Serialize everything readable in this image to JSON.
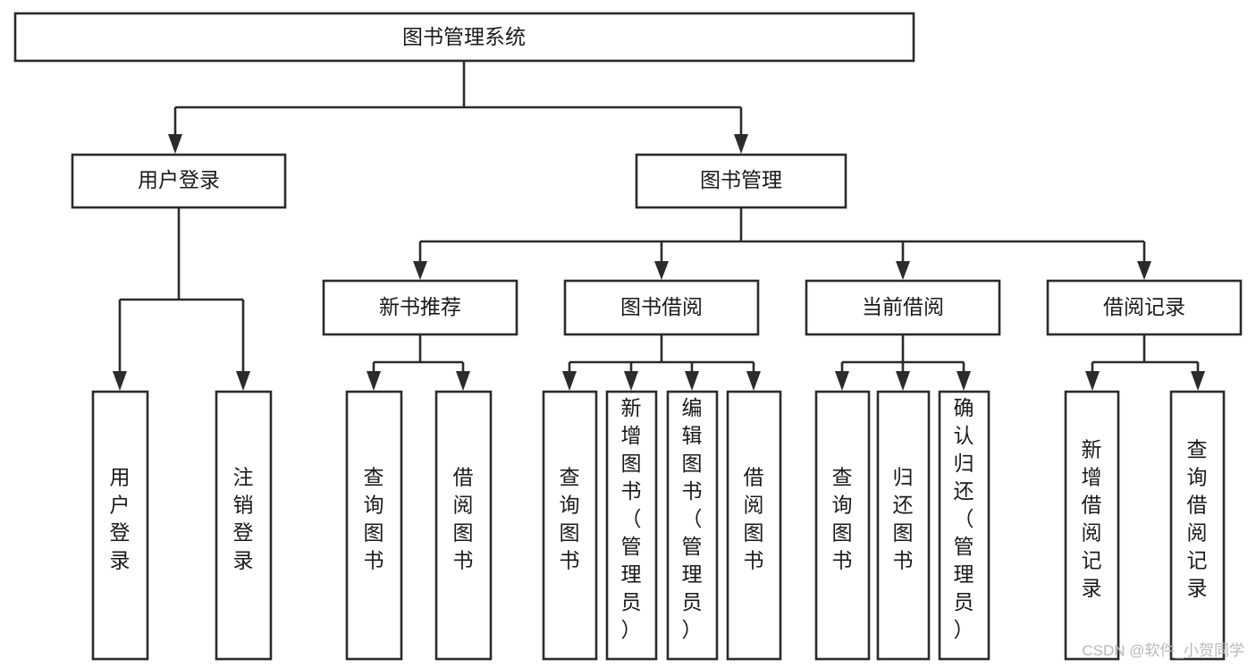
{
  "diagram": {
    "type": "tree-hierarchy-chart",
    "title": "图书管理系统",
    "orientation": "top-down",
    "colors": {
      "box_fill": "#ffffff",
      "box_stroke": "#2b2b2b",
      "text": "#1a1a1a",
      "background": "#ffffff",
      "watermark": "#b9b9b9"
    },
    "levels": [
      {
        "level": 1,
        "nodes": [
          {
            "id": "root",
            "label": "图书管理系统",
            "text_orientation": "horizontal"
          }
        ]
      },
      {
        "level": 2,
        "nodes": [
          {
            "id": "user-login",
            "label": "用户登录",
            "text_orientation": "horizontal",
            "parent": "root"
          },
          {
            "id": "book-manage",
            "label": "图书管理",
            "text_orientation": "horizontal",
            "parent": "root"
          }
        ]
      },
      {
        "level": 3,
        "nodes": [
          {
            "id": "new-book-recommend",
            "label": "新书推荐",
            "text_orientation": "horizontal",
            "parent": "book-manage"
          },
          {
            "id": "book-borrow",
            "label": "图书借阅",
            "text_orientation": "horizontal",
            "parent": "book-manage"
          },
          {
            "id": "current-borrow",
            "label": "当前借阅",
            "text_orientation": "horizontal",
            "parent": "book-manage"
          },
          {
            "id": "borrow-record",
            "label": "借阅记录",
            "text_orientation": "horizontal",
            "parent": "book-manage"
          }
        ]
      },
      {
        "level": 4,
        "nodes": [
          {
            "id": "leaf-user-login",
            "label": "用户登录",
            "chars": [
              "用",
              "户",
              "登",
              "录"
            ],
            "text_orientation": "vertical",
            "parent": "user-login"
          },
          {
            "id": "leaf-logout-login",
            "label": "注销登录",
            "chars": [
              "注",
              "销",
              "登",
              "录"
            ],
            "text_orientation": "vertical",
            "parent": "user-login"
          },
          {
            "id": "leaf-query-book-1",
            "label": "查询图书",
            "chars": [
              "查",
              "询",
              "图",
              "书"
            ],
            "text_orientation": "vertical",
            "parent": "new-book-recommend"
          },
          {
            "id": "leaf-borrow-book-1",
            "label": "借阅图书",
            "chars": [
              "借",
              "阅",
              "图",
              "书"
            ],
            "text_orientation": "vertical",
            "parent": "new-book-recommend"
          },
          {
            "id": "leaf-query-book-2",
            "label": "查询图书",
            "chars": [
              "查",
              "询",
              "图",
              "书"
            ],
            "text_orientation": "vertical",
            "parent": "book-borrow"
          },
          {
            "id": "leaf-add-book",
            "label": "新增图书（管理员）",
            "chars": [
              "新",
              "增",
              "图",
              "书",
              "（",
              "管",
              "理",
              "员",
              "）"
            ],
            "text_orientation": "vertical",
            "parent": "book-borrow"
          },
          {
            "id": "leaf-edit-book",
            "label": "编辑图书（管理员）",
            "chars": [
              "编",
              "辑",
              "图",
              "书",
              "（",
              "管",
              "理",
              "员",
              "）"
            ],
            "text_orientation": "vertical",
            "parent": "book-borrow"
          },
          {
            "id": "leaf-borrow-book-2",
            "label": "借阅图书",
            "chars": [
              "借",
              "阅",
              "图",
              "书"
            ],
            "text_orientation": "vertical",
            "parent": "book-borrow"
          },
          {
            "id": "leaf-query-book-3",
            "label": "查询图书",
            "chars": [
              "查",
              "询",
              "图",
              "书"
            ],
            "text_orientation": "vertical",
            "parent": "current-borrow"
          },
          {
            "id": "leaf-return-book",
            "label": "归还图书",
            "chars": [
              "归",
              "还",
              "图",
              "书"
            ],
            "text_orientation": "vertical",
            "parent": "current-borrow"
          },
          {
            "id": "leaf-confirm-return",
            "label": "确认归还（管理员）",
            "chars": [
              "确",
              "认",
              "归",
              "还",
              "（",
              "管",
              "理",
              "员",
              "）"
            ],
            "text_orientation": "vertical",
            "parent": "current-borrow"
          },
          {
            "id": "leaf-add-record",
            "label": "新增借阅记录",
            "chars": [
              "新",
              "增",
              "借",
              "阅",
              "记",
              "录"
            ],
            "text_orientation": "vertical",
            "parent": "borrow-record"
          },
          {
            "id": "leaf-query-record",
            "label": "查询借阅记录",
            "chars": [
              "查",
              "询",
              "借",
              "阅",
              "记",
              "录"
            ],
            "text_orientation": "vertical",
            "parent": "borrow-record"
          }
        ]
      }
    ]
  },
  "watermark": {
    "text": "CSDN @软件_小贺同学"
  }
}
